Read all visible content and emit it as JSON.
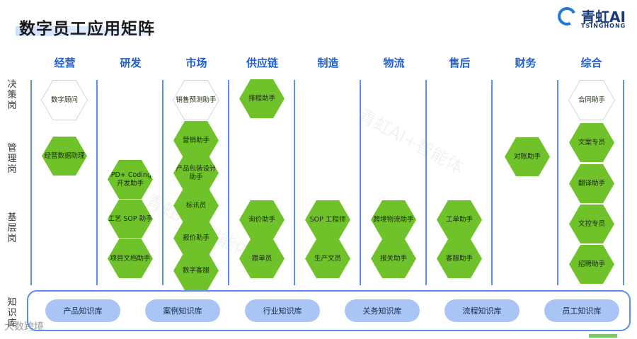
{
  "header": {
    "title": "数字员工应用矩阵",
    "logo_text": "青虹AI",
    "logo_sub": "TSINGHONG"
  },
  "categories": [
    "经营",
    "研发",
    "市场",
    "供应链",
    "制造",
    "物流",
    "售后",
    "财务",
    "综合"
  ],
  "row_labels": {
    "decision": "决策岗",
    "management": "管理岗",
    "base": "基层岗",
    "knowledge": "知识库"
  },
  "agents": {
    "jingying_consult": "数字顾问",
    "jingying_data": "经营数据助理",
    "yanfa_ipd": "IPD+ Coding 开发助手",
    "yanfa_sop": "工艺 SOP 助手",
    "yanfa_doc": "项目文档助手",
    "shichang_forecast": "销售预测助手",
    "shichang_marketing": "营销助手",
    "shichang_package": "产品包装设计助手",
    "shichang_label": "标讯员",
    "shichang_quote": "报价助手",
    "shichang_service": "数字客服",
    "gongying_schedule": "排程助手",
    "gongying_inquiry": "询价助手",
    "gongying_follow": "跟单员",
    "zhizao_sop": "SOP 工程师",
    "zhizao_prod": "生产文员",
    "wuliu_cross": "跨境物流助手",
    "wuliu_customs": "报关助手",
    "shouhou_ticket": "工单助手",
    "shouhou_cs": "客服助手",
    "caiwu_recon": "对账助手",
    "zonghe_contract": "合同助手",
    "zonghe_copy": "文案专员",
    "zonghe_translate": "翻译助手",
    "zonghe_docctl": "文控专员",
    "zonghe_recruit": "招聘助手"
  },
  "knowledge_bases": [
    "产品知识库",
    "案例知识库",
    "行业知识库",
    "关务知识库",
    "流程知识库",
    "员工知识库"
  ],
  "watermarks": {
    "center": "青虹AI+智能体",
    "left": "青虹AI+智能体",
    "bottom": "大数跨境"
  },
  "colors": {
    "category_text": "#1f5fd1",
    "hex_fill": "#6fc22a",
    "pill_fill": "#a9c5f5",
    "divider": "#5b8ee6"
  }
}
